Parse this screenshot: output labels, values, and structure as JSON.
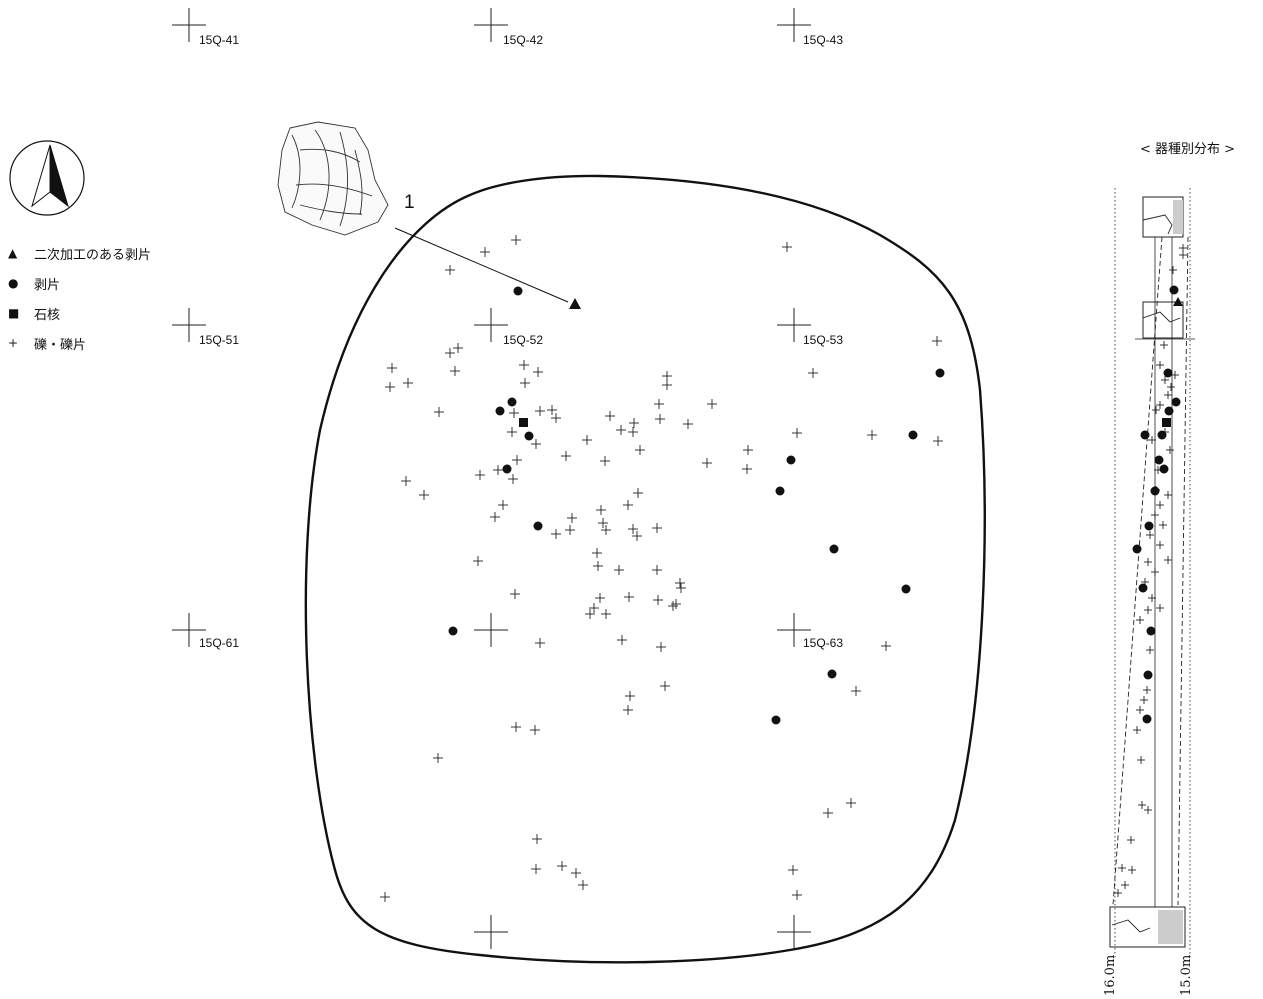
{
  "grid_labels": [
    "15Q-41",
    "15Q-42",
    "15Q-43",
    "15Q-51",
    "15Q-52",
    "15Q-53",
    "15Q-61",
    "15Q-63"
  ],
  "artifact_number": "1",
  "legend": [
    {
      "symbol": "triangle",
      "label": "二次加工のある剥片"
    },
    {
      "symbol": "circle",
      "label": "剥片"
    },
    {
      "symbol": "square",
      "label": "石核"
    },
    {
      "symbol": "plus",
      "label": "礫・礫片"
    }
  ],
  "section": {
    "title": "< 器種別分布 >",
    "left_elevation": "16.0m",
    "right_elevation": "15.0m"
  },
  "icons": [
    "north-arrow-icon"
  ]
}
